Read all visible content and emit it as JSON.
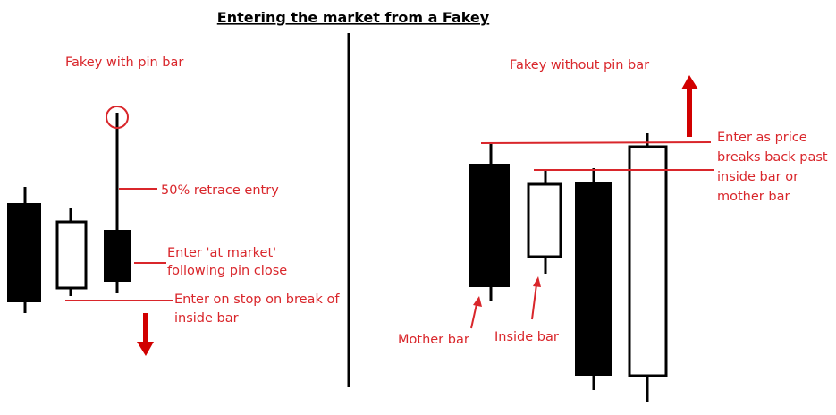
{
  "title": "Entering the market from a Fakey",
  "left_panel": {
    "heading": "Fakey with pin bar",
    "annotations": {
      "retrace": "50% retrace entry",
      "at_market_1": "Enter 'at market'",
      "at_market_2": "following pin close",
      "stop_1": "Enter on stop on break of",
      "stop_2": "inside bar"
    }
  },
  "right_panel": {
    "heading": "Fakey without pin bar",
    "annotations": {
      "enter_1": "Enter as price",
      "enter_2": "breaks back past",
      "enter_3": "inside bar or",
      "enter_4": "mother bar",
      "mother_bar": "Mother bar",
      "inside_bar": "Inside bar"
    }
  },
  "colors": {
    "annotation": "#d9262b",
    "arrow": "#d10000",
    "candle": "#000000"
  }
}
